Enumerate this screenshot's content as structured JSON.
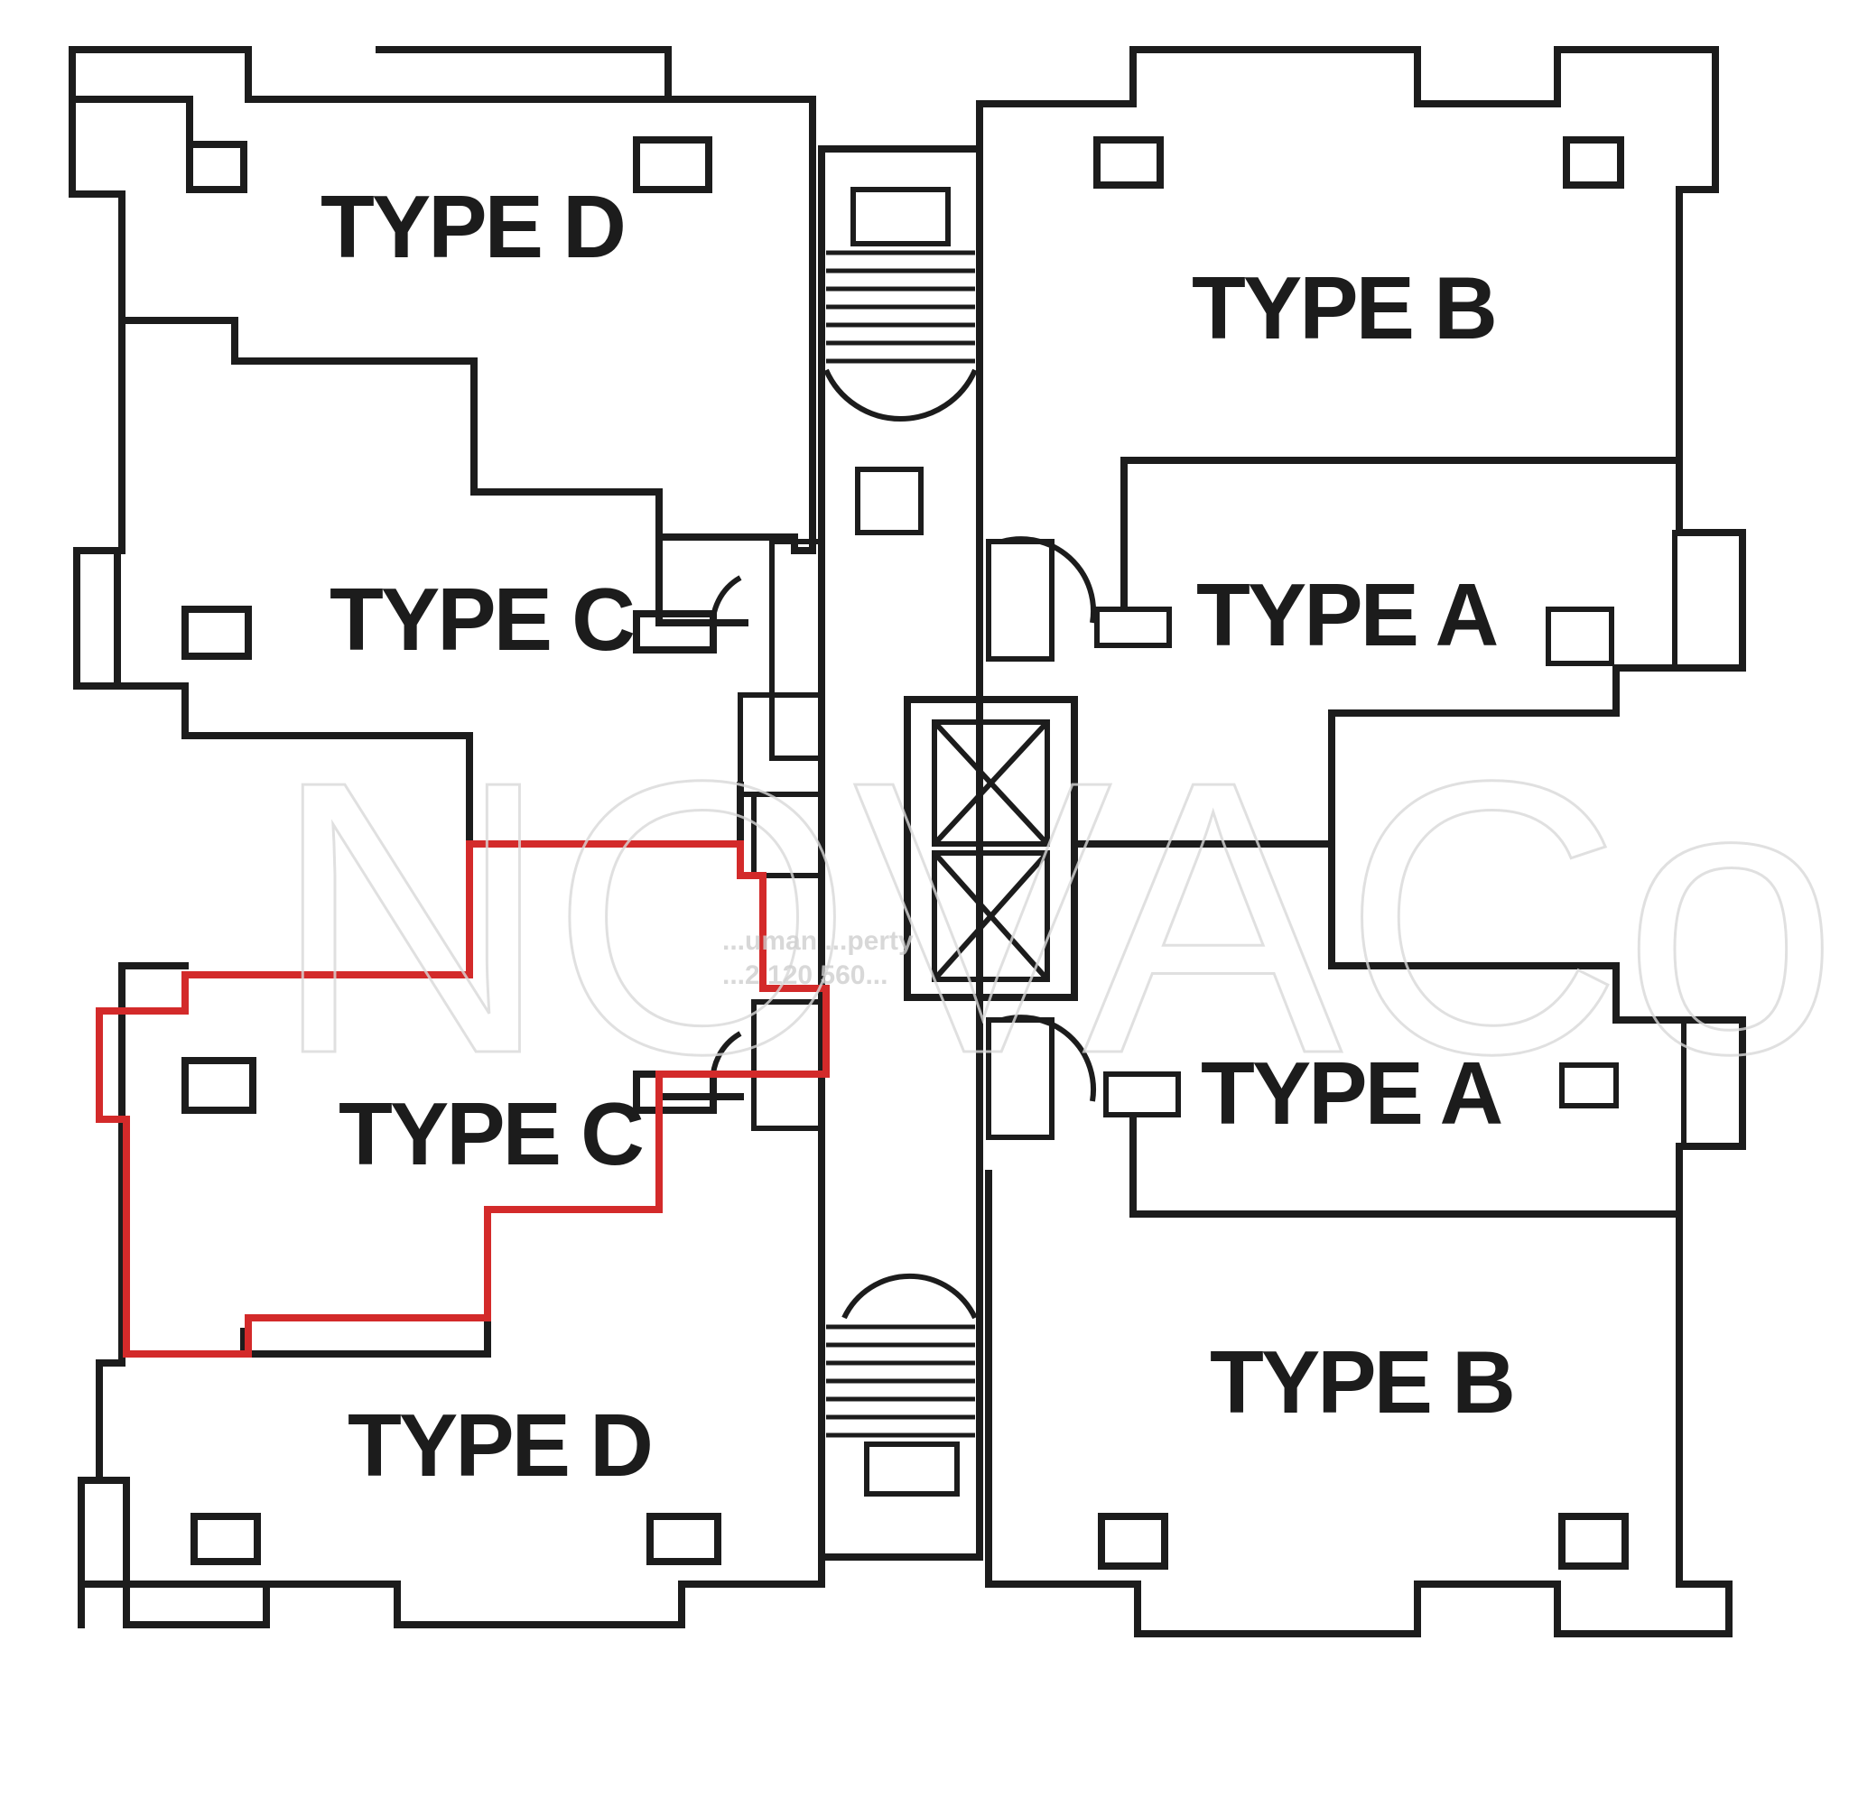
{
  "units": {
    "top_left_d": "TYPE D",
    "upper_left_c": "TYPE C",
    "lower_left_c": "TYPE C",
    "bottom_left_d": "TYPE D",
    "top_right_b": "TYPE B",
    "upper_right_a": "TYPE A",
    "lower_right_a": "TYPE A",
    "bottom_right_b": "TYPE B"
  },
  "highlight": {
    "unit": "TYPE C",
    "color": "#d32a2a"
  },
  "watermark": {
    "brand": "NOVACo",
    "line1": "...uman ...perty",
    "line2": "...2 120 560..."
  }
}
